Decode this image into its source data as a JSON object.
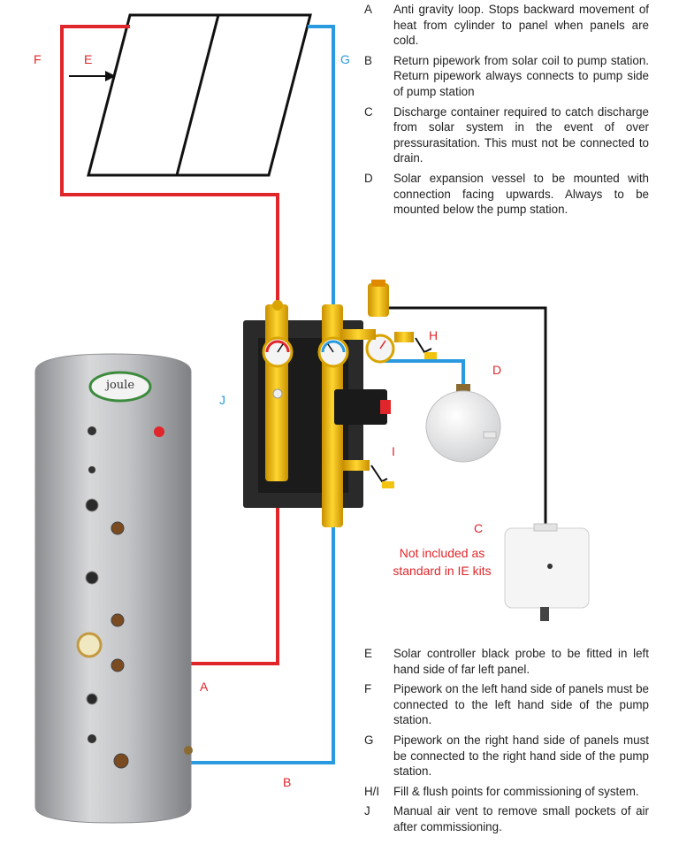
{
  "legend_top": [
    {
      "key": "A",
      "text": "Anti gravity loop. Stops backward movement of heat from cylinder to panel when panels are cold."
    },
    {
      "key": "B",
      "text": "Return pipework from solar coil to pump station. Return pipework always connects to pump side of pump station"
    },
    {
      "key": "C",
      "text": "Discharge container required to catch discharge from solar system in the event of over pressurasitation. This must not be connected to drain."
    },
    {
      "key": "D",
      "text": "Solar expansion vessel to be mounted with connection facing upwards. Always to be mounted below the pump station."
    }
  ],
  "legend_bottom": [
    {
      "key": "E",
      "text": "Solar controller black probe to be fitted in left hand side of far left panel."
    },
    {
      "key": "F",
      "text": "Pipework on the left hand side of panels must be connected to the left hand side of the pump station."
    },
    {
      "key": "G",
      "text": "Pipework on the right hand side of panels must be connected to the right hand side of the pump station."
    },
    {
      "key": "H/I",
      "text": "Fill & flush points for commissioning of system."
    },
    {
      "key": "J",
      "text": "Manual air vent to remove small pockets of air after commissioning."
    }
  ],
  "labels": {
    "F": "F",
    "E": "E",
    "G": "G",
    "H": "H",
    "I": "I",
    "J": "J",
    "D": "D",
    "C": "C",
    "A": "A",
    "B": "B",
    "not_included": "Not included as standard in IE kits",
    "brand": "joule"
  },
  "colors": {
    "red": "#e0262b",
    "blue": "#2a9ae0",
    "black": "#111111",
    "brass": "#f2c40f"
  }
}
